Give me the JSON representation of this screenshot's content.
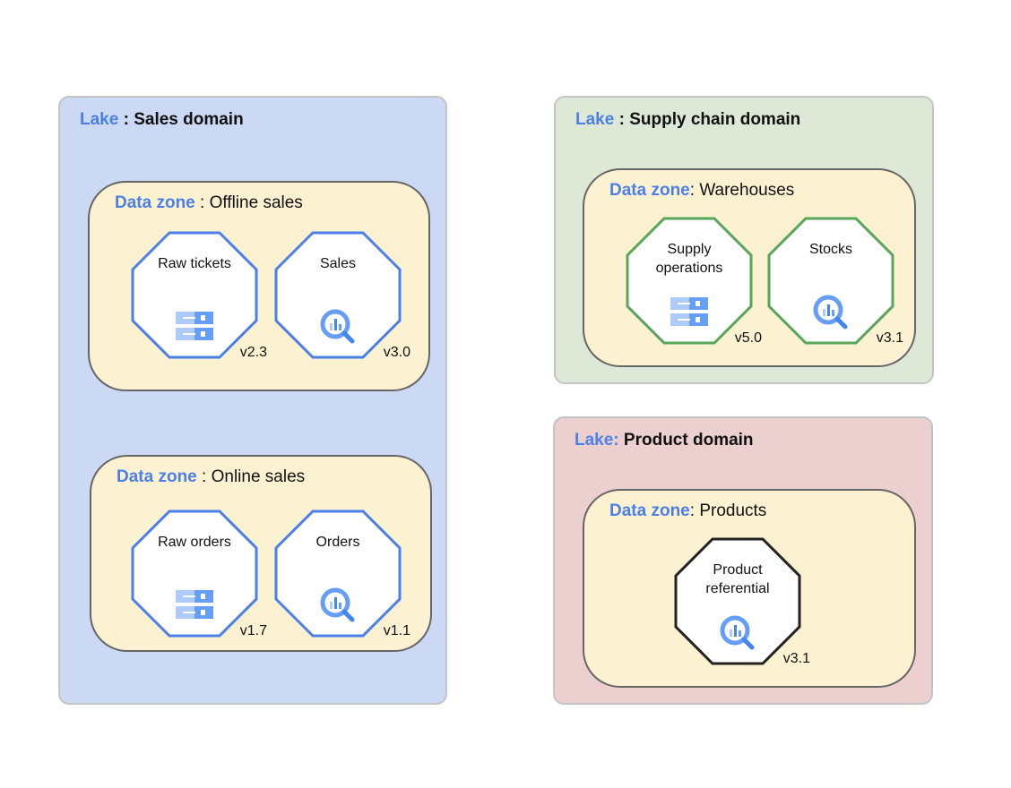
{
  "colors": {
    "keyword": "#4a80e8",
    "sales_lake": "#cbd9f4",
    "supply_lake": "#dde8d6",
    "product_lake": "#ecd0cf",
    "zone": "#fcf1d0",
    "node_blue": "#4a80e8",
    "node_green": "#57a65a",
    "node_black": "#222222"
  },
  "lakes": [
    {
      "keyword": "Lake",
      "sep": " : ",
      "name": "Sales domain",
      "zones": [
        {
          "keyword": "Data zone",
          "sep": " : ",
          "name": "Offline sales",
          "nodes": [
            {
              "label": "Raw tickets",
              "icon": "storage-icon",
              "version": "v2.3"
            },
            {
              "label": "Sales",
              "icon": "bigquery-icon",
              "version": "v3.0"
            }
          ]
        },
        {
          "keyword": "Data zone",
          "sep": " : ",
          "name": "Online sales",
          "nodes": [
            {
              "label": "Raw orders",
              "icon": "storage-icon",
              "version": "v1.7"
            },
            {
              "label": "Orders",
              "icon": "bigquery-icon",
              "version": "v1.1"
            }
          ]
        }
      ]
    },
    {
      "keyword": "Lake",
      "sep": " : ",
      "name": "Supply chain domain",
      "zones": [
        {
          "keyword": "Data zone",
          "sep": ": ",
          "name": "Warehouses",
          "nodes": [
            {
              "label": "Supply operations",
              "icon": "storage-icon",
              "version": "v5.0"
            },
            {
              "label": "Stocks",
              "icon": "bigquery-icon",
              "version": "v3.1"
            }
          ]
        }
      ]
    },
    {
      "keyword": "Lake:",
      "sep": " ",
      "name": "Product domain",
      "zones": [
        {
          "keyword": "Data zone",
          "sep": ": ",
          "name": "Products",
          "nodes": [
            {
              "label": "Product referential",
              "icon": "bigquery-icon",
              "version": "v3.1"
            }
          ]
        }
      ]
    }
  ]
}
